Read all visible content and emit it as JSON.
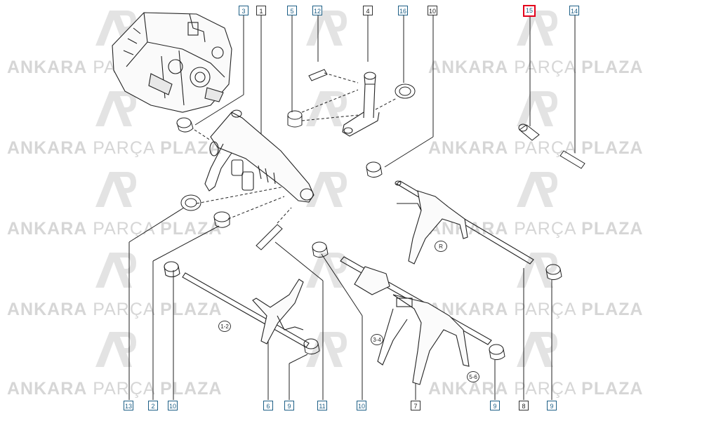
{
  "watermark": {
    "brand_bold": "ANKARA",
    "brand_light": "PARÇA",
    "brand_bold2": "PLAZA"
  },
  "callouts": {
    "top": [
      "3",
      "1",
      "5",
      "12",
      "4",
      "16",
      "10",
      "15",
      "14"
    ],
    "bottom": [
      "13",
      "2",
      "10",
      "6",
      "9",
      "11",
      "10",
      "7",
      "9",
      "8",
      "9"
    ],
    "highlighted": "15"
  },
  "fork_tags": {
    "reverse": "R",
    "first_second": "1-2",
    "third_fourth": "3-4",
    "fifth_sixth": "5-6"
  },
  "colors": {
    "callout_border": "#1d5f86",
    "highlight": "#e3001b",
    "watermark": "#d6d6d6",
    "line": "#222222"
  }
}
